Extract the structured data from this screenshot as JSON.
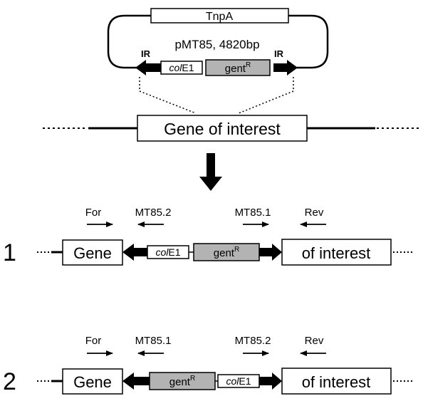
{
  "plasmid": {
    "tnpa_label": "TnpA",
    "name_label": "pMT85, 4820bp",
    "ir_left": "IR",
    "ir_right": "IR",
    "cole1_italic": "col",
    "cole1_rest": "E1",
    "gent_main": "gent",
    "gent_sup": "R"
  },
  "target": {
    "label": "Gene of interest"
  },
  "results": [
    {
      "number": "1",
      "gene_left": "Gene",
      "gene_right": "of interest",
      "primers": [
        "For",
        "MT85.2",
        "MT85.1",
        "Rev"
      ],
      "order": "cole1-gent"
    },
    {
      "number": "2",
      "gene_left": "Gene",
      "gene_right": "of interest",
      "primers": [
        "For",
        "MT85.1",
        "MT85.2",
        "Rev"
      ],
      "order": "gent-cole1"
    }
  ],
  "colors": {
    "gent_fill": "#b3b3b3",
    "line": "#000000"
  }
}
